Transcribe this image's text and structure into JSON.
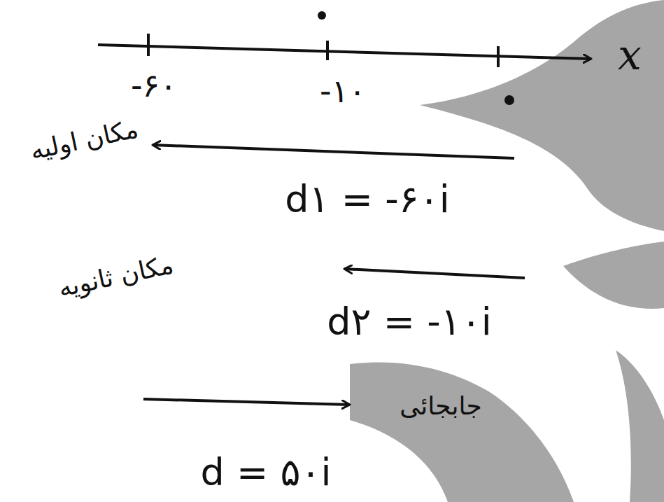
{
  "diagram": {
    "labels": [
      "-۶۰",
      "-۱۰",
      "x",
      "مکان اولیه",
      "d۱ = -۶۰i",
      "مکان ثانویه",
      "d۲ = -۱۰i",
      "جابجائی",
      "d = ۵۰i"
    ]
  }
}
